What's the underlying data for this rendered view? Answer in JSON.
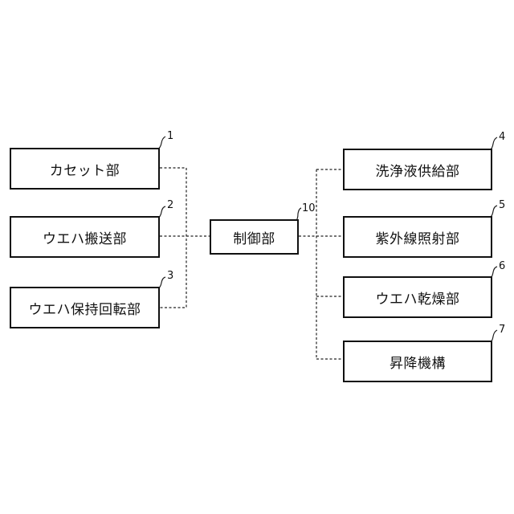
{
  "control": {
    "label": "制御部",
    "number": "10"
  },
  "left_units": [
    {
      "label": "カセット部",
      "number": "1"
    },
    {
      "label": "ウエハ搬送部",
      "number": "2"
    },
    {
      "label": "ウエハ保持回転部",
      "number": "3"
    }
  ],
  "right_units": [
    {
      "label": "洗浄液供給部",
      "number": "4"
    },
    {
      "label": "紫外線照射部",
      "number": "5"
    },
    {
      "label": "ウエハ乾燥部",
      "number": "6"
    },
    {
      "label": "昇降機構",
      "number": "7"
    }
  ]
}
